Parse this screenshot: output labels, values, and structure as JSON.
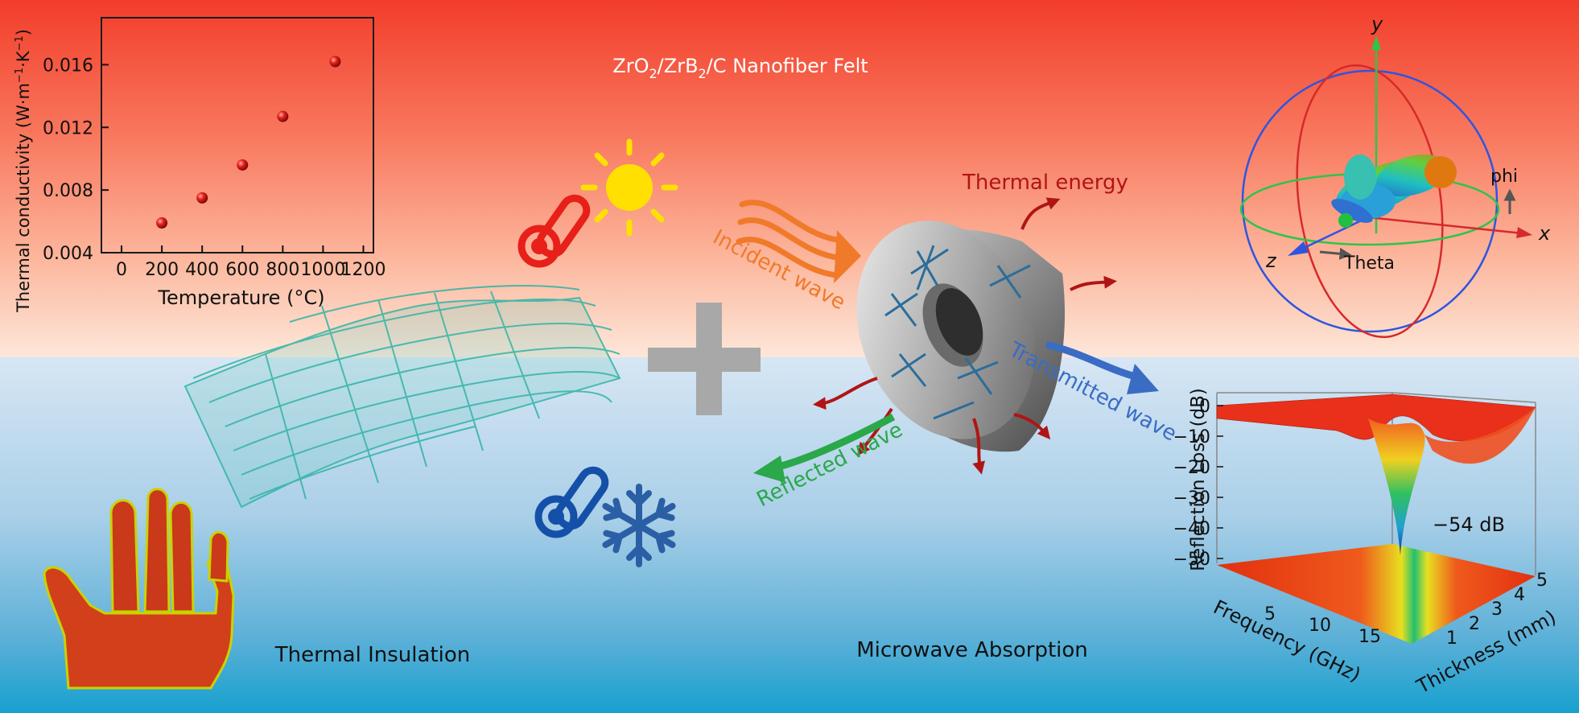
{
  "header": {
    "title_parts": [
      "ZrO",
      "2",
      "/ZrB",
      "2",
      "/C Nanofiber Felt"
    ]
  },
  "labels": {
    "thermal_energy": "Thermal energy",
    "incident_wave": "Incident wave",
    "transmitted_wave": "Transmitted wave",
    "reflected_wave": "Reflected wave",
    "thermal_insulation": "Thermal Insulation",
    "microwave_absorption": "Microwave Absorption"
  },
  "radiation": {
    "axis_y": "y",
    "axis_x": "x",
    "axis_z": "z",
    "phi": "phi",
    "theta": "Theta"
  },
  "colors": {
    "top_bg": "#f23d2a",
    "bottom_bg": "#17a0cf",
    "thermo_hot": "#e8201a",
    "thermo_cold": "#1550a8",
    "sun": "#ffe000",
    "snowflake": "#2b5fa5",
    "incident": "#f07a2a",
    "transmitted": "#3a6cc4",
    "reflected": "#2aa84a",
    "thermal_energy": "#b01515"
  },
  "icons": [
    "thermometer-hot-icon",
    "sun-icon",
    "thermometer-cold-icon",
    "snowflake-icon",
    "plus-icon"
  ],
  "chart_data": [
    {
      "type": "scatter",
      "xlabel": "Temperature (°C)",
      "ylabel_parts": [
        "Thermal conductivity (W·m",
        "−1",
        "·K",
        "−1",
        ")"
      ],
      "xlim": [
        -100,
        1250
      ],
      "ylim": [
        0.004,
        0.019
      ],
      "xticks": [
        0,
        200,
        400,
        600,
        800,
        1000,
        1200
      ],
      "yticks": [
        0.004,
        0.008,
        0.012,
        0.016
      ],
      "ytick_labels": [
        "0.004",
        "0.008",
        "0.012",
        "0.016"
      ],
      "points": [
        {
          "x": 200,
          "y": 0.0059
        },
        {
          "x": 400,
          "y": 0.0075
        },
        {
          "x": 600,
          "y": 0.0096
        },
        {
          "x": 800,
          "y": 0.0127
        },
        {
          "x": 1060,
          "y": 0.0162
        }
      ]
    },
    {
      "type": "surface",
      "zlabel": "Reflection Loss (dB)",
      "xlabel": "Frequency (GHz)",
      "ylabel": "Thickness (mm)",
      "zticks": [
        "0",
        "−10",
        "−20",
        "−30",
        "−40",
        "−50"
      ],
      "xticks": [
        "5",
        "10",
        "15"
      ],
      "yticks": [
        "1",
        "2",
        "3",
        "4",
        "5"
      ],
      "annotation": "−54 dB",
      "min_rl": -54
    }
  ]
}
